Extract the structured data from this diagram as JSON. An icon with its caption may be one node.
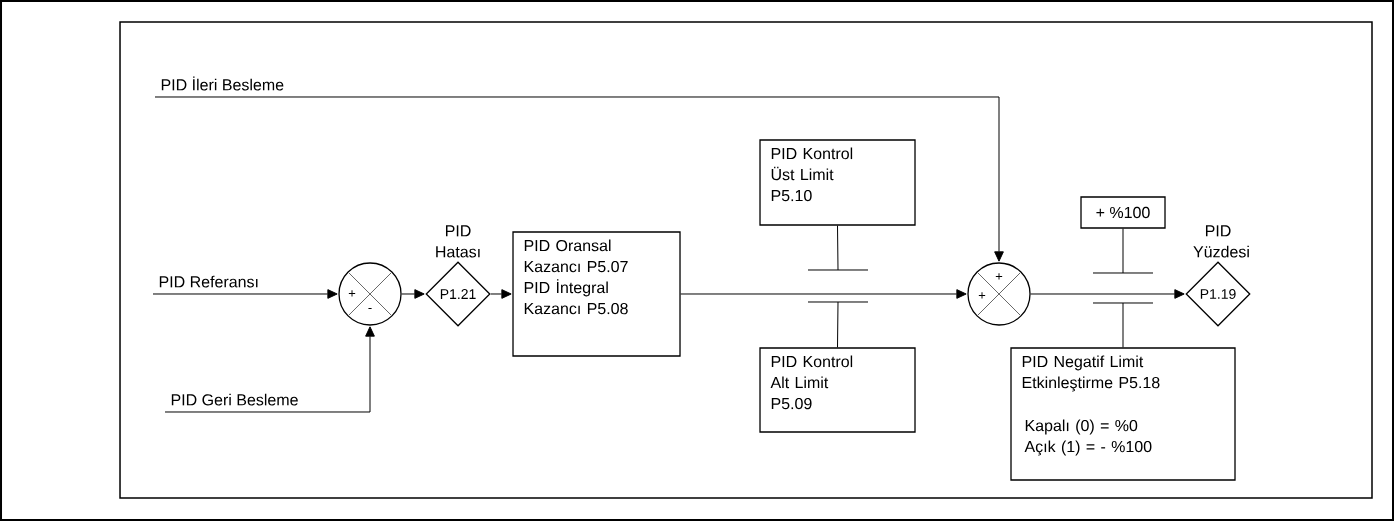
{
  "diagram": {
    "nodes": [
      {
        "text": [
          "PID İleri Besleme"
        ]
      },
      {
        "text": [
          "PID Referansı"
        ]
      },
      {
        "text": [
          "PID Geri Besleme"
        ]
      },
      {
        "text": [
          "+",
          "-"
        ]
      },
      {
        "text": [
          "PID Hatası",
          "P1.21"
        ]
      },
      {
        "text": [
          "PID Oransal Kazancı P5.07",
          "PID İntegral Kazancı P5.08"
        ]
      },
      {
        "text": [
          "PID Kontrol Üst Limit P5.10"
        ]
      },
      {
        "text": [
          "PID Kontrol Alt Limit P5.09"
        ]
      },
      {
        "text": [
          "+",
          "+"
        ]
      },
      {
        "text": [
          "+ %100"
        ]
      },
      {
        "text": [
          "PID Yüzdesi",
          "P1.19"
        ]
      },
      {
        "text": [
          "PID Negatif Limit Etkinleştirme P5.18",
          "Kapalı (0) = %0",
          "Açık (1) = - %100"
        ]
      }
    ],
    "edges": [
      {
        "from": 0,
        "to": 8,
        "arrow": "to"
      },
      {
        "from": 1,
        "to": 3,
        "arrow": "to"
      },
      {
        "from": 2,
        "to": 3,
        "arrow": "to"
      },
      {
        "from": 3,
        "to": 4,
        "arrow": "to"
      },
      {
        "from": 4,
        "to": 5,
        "arrow": "to"
      },
      {
        "from": 5,
        "to": 8,
        "arrow": "to"
      },
      {
        "from": 6,
        "to": null,
        "arrow": "none"
      },
      {
        "from": 7,
        "to": null,
        "arrow": "none"
      },
      {
        "from": 8,
        "to": 10,
        "arrow": "to"
      },
      {
        "from": 9,
        "to": null,
        "arrow": "none"
      },
      {
        "from": 11,
        "to": null,
        "arrow": "none"
      }
    ]
  }
}
